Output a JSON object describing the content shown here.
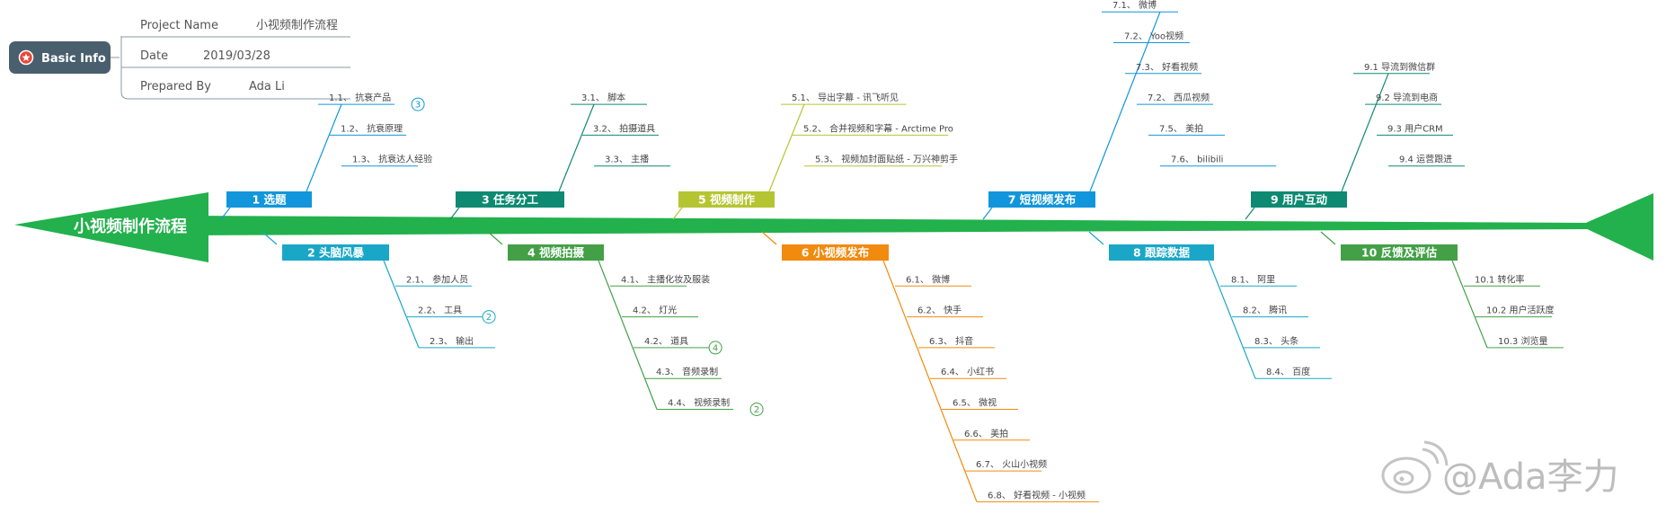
{
  "colors": {
    "spine": "#22B14C",
    "head": "#22B14C",
    "info_box": "#4A5F6E",
    "info_line": "#8a9aa6",
    "star": "#e8483b",
    "watermark": "#bdbdbd"
  },
  "basic_info": {
    "label": "Basic Info",
    "icon": "star-badge-icon",
    "rows": [
      {
        "key": "Project Name",
        "value": "小视频制作流程"
      },
      {
        "key": "Date",
        "value": "2019/03/28"
      },
      {
        "key": "Prepared By",
        "value": "Ada Li"
      }
    ]
  },
  "head": {
    "label": "小视频制作流程"
  },
  "branches": [
    {
      "label": "1  选题",
      "side": "top",
      "color": "#1296DB",
      "leaves": [
        {
          "text": "1.1、 抗衰产品",
          "badge": "3"
        },
        {
          "text": "1.2、 抗衰原理"
        },
        {
          "text": "1.3、 抗衰达人经验"
        }
      ]
    },
    {
      "label": "2  头脑风暴",
      "side": "bottom",
      "color": "#1AA7C7",
      "leaves": [
        {
          "text": "2.1、 参加人员"
        },
        {
          "text": "2.2、 工具",
          "badge": "2"
        },
        {
          "text": "2.3、 输出"
        }
      ]
    },
    {
      "label": "3  任务分工",
      "side": "top",
      "color": "#0E8A73",
      "leaves": [
        {
          "text": "3.1、 脚本"
        },
        {
          "text": "3.2、 拍摄道具"
        },
        {
          "text": "3.3、 主播"
        }
      ]
    },
    {
      "label": "4  视频拍摄",
      "side": "bottom",
      "color": "#43A047",
      "leaves": [
        {
          "text": "4.1、 主播化妆及服装"
        },
        {
          "text": "4.2、 灯光"
        },
        {
          "text": "4.2、 道具",
          "badge": "4"
        },
        {
          "text": "4.3、 音频录制"
        },
        {
          "text": "4.4、 视频录制",
          "badge": "2"
        }
      ]
    },
    {
      "label": "5  视频制作",
      "side": "top",
      "color": "#B5C532",
      "leaves": [
        {
          "text": "5.1、 导出字幕 - 讯飞听见"
        },
        {
          "text": "5.2、 合并视频和字幕 - Arctime Pro"
        },
        {
          "text": "5.3、 视频加封面贴纸 - 万兴神剪手"
        }
      ]
    },
    {
      "label": "6  小视频发布",
      "side": "bottom",
      "color": "#F28A0E",
      "leaves": [
        {
          "text": "6.1、 微博"
        },
        {
          "text": "6.2、 快手"
        },
        {
          "text": "6.3、 抖音"
        },
        {
          "text": "6.4、 小红书"
        },
        {
          "text": "6.5、 微视"
        },
        {
          "text": "6.6、 美拍"
        },
        {
          "text": "6.7、 火山小视频"
        },
        {
          "text": "6.8、 好看视频 - 小视频"
        }
      ]
    },
    {
      "label": "7  短视频发布",
      "side": "top",
      "color": "#1296DB",
      "leaves": [
        {
          "text": "7.1、 微博"
        },
        {
          "text": "7.2、 Yoo视频"
        },
        {
          "text": "7.3、 好看视频"
        },
        {
          "text": "7.2、 西瓜视频"
        },
        {
          "text": "7.5、 美拍"
        },
        {
          "text": "7.6、 bilibili"
        }
      ]
    },
    {
      "label": "8  跟踪数据",
      "side": "bottom",
      "color": "#1AA7C7",
      "leaves": [
        {
          "text": "8.1、 阿里"
        },
        {
          "text": "8.2、 腾讯"
        },
        {
          "text": "8.3、 头条"
        },
        {
          "text": "8.4、 百度"
        }
      ]
    },
    {
      "label": "9  用户互动",
      "side": "top",
      "color": "#0E8A73",
      "leaves": [
        {
          "text": "9.1   导流到微信群"
        },
        {
          "text": "9.2   导流到电商"
        },
        {
          "text": "9.3   用户CRM"
        },
        {
          "text": "9.4   运营跟进"
        }
      ]
    },
    {
      "label": "10  反馈及评估",
      "side": "bottom",
      "color": "#43A047",
      "leaves": [
        {
          "text": "10.1   转化率"
        },
        {
          "text": "10.2   用户活跃度"
        },
        {
          "text": "10.3   浏览量"
        }
      ]
    }
  ],
  "watermark": {
    "text": "@Ada李力",
    "icon": "weibo-logo-icon"
  }
}
